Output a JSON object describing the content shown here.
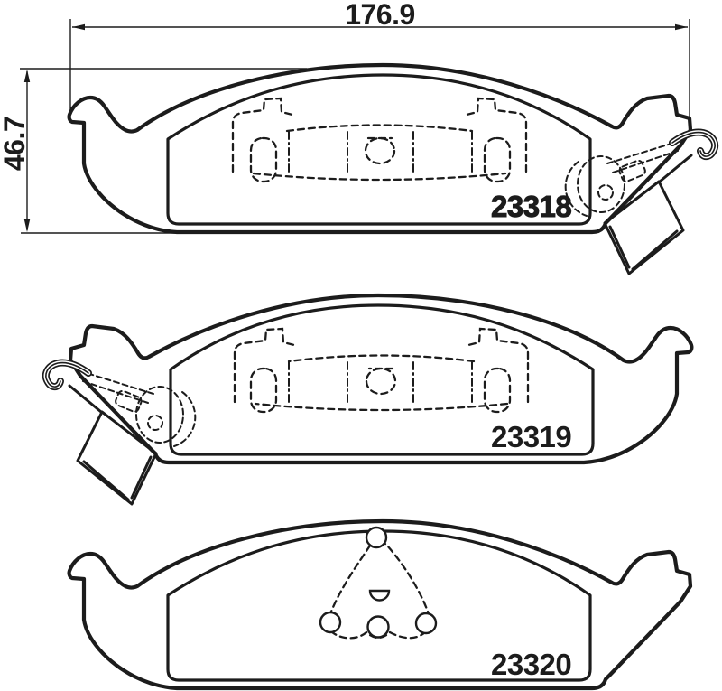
{
  "diagram": {
    "background_color": "#ffffff",
    "line_color": "#1c1c1c",
    "width_dimension": {
      "label": "176.9"
    },
    "height_dimension": {
      "label": "46.7"
    },
    "pads": [
      {
        "part_number": "23318",
        "wear_indicator_side": "right"
      },
      {
        "part_number": "23319",
        "wear_indicator_side": "left"
      },
      {
        "part_number": "23320",
        "wear_indicator_side": "none"
      }
    ]
  }
}
